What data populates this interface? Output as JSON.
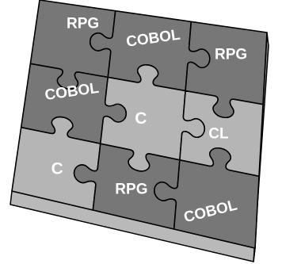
{
  "colors": {
    "outline": "#000000",
    "base_front": "#b9b9b9",
    "base_right": "#8e8e8e",
    "dark_piece": "#777777",
    "light_piece": "#b5b5b5",
    "label": "#ffffff"
  },
  "puzzle": {
    "rows": 3,
    "cols": 3,
    "pieces": [
      {
        "row": 0,
        "col": 0,
        "label": "RPG",
        "shade": "dark"
      },
      {
        "row": 0,
        "col": 1,
        "label": "COBOL",
        "shade": "dark"
      },
      {
        "row": 0,
        "col": 2,
        "label": "RPG",
        "shade": "dark"
      },
      {
        "row": 1,
        "col": 0,
        "label": "COBOL",
        "shade": "dark"
      },
      {
        "row": 1,
        "col": 1,
        "label": "C",
        "shade": "light"
      },
      {
        "row": 1,
        "col": 2,
        "label": "CL",
        "shade": "light"
      },
      {
        "row": 2,
        "col": 0,
        "label": "C",
        "shade": "light"
      },
      {
        "row": 2,
        "col": 1,
        "label": "RPG",
        "shade": "dark"
      },
      {
        "row": 2,
        "col": 2,
        "label": "COBOL",
        "shade": "dark"
      }
    ]
  }
}
